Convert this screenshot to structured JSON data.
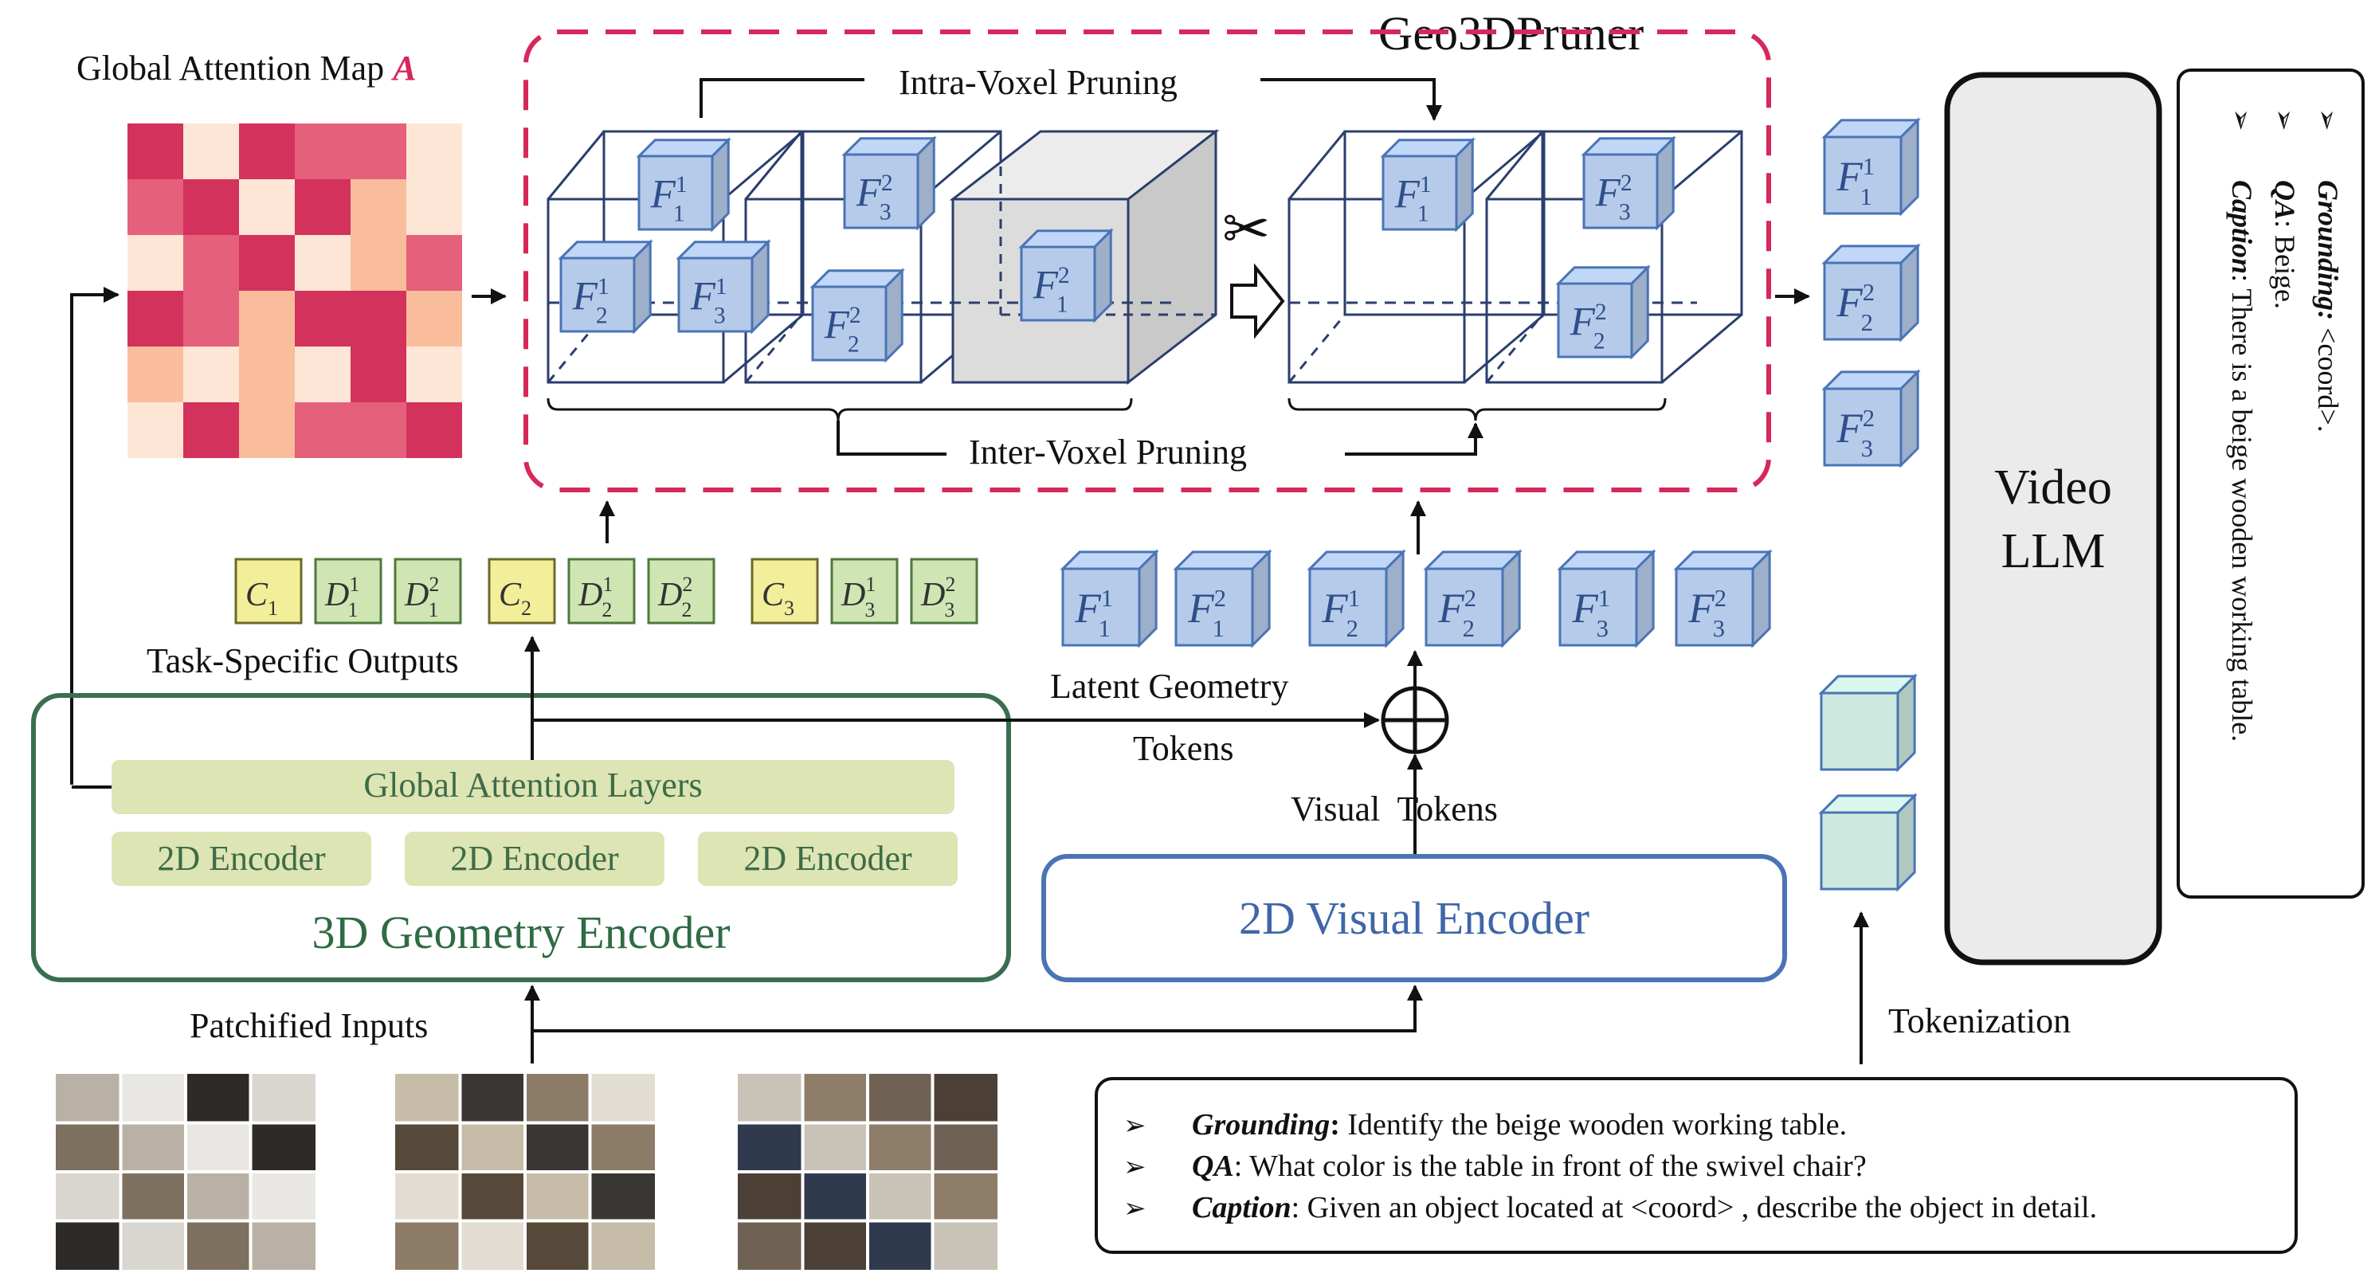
{
  "title": "Geo3DPruner",
  "attention_map": {
    "label": "Global Attention Map ",
    "label_symbol": "A",
    "cells": [
      [
        3,
        0,
        3,
        2,
        2,
        0
      ],
      [
        2,
        3,
        0,
        3,
        1,
        0
      ],
      [
        0,
        2,
        3,
        0,
        1,
        2
      ],
      [
        3,
        2,
        1,
        3,
        3,
        1
      ],
      [
        1,
        0,
        1,
        0,
        3,
        0
      ],
      [
        0,
        3,
        1,
        2,
        2,
        3
      ]
    ],
    "palette": [
      "#fde6d6",
      "#f9bd9b",
      "#e5607a",
      "#d3325c"
    ]
  },
  "pruning": {
    "intra": "Intra-Voxel Pruning",
    "inter": "Inter-Voxel Pruning"
  },
  "task_tokens": [
    {
      "kind": "C",
      "letter": "C",
      "sub": "1",
      "sup": ""
    },
    {
      "kind": "D",
      "letter": "D",
      "sub": "1",
      "sup": "1"
    },
    {
      "kind": "D",
      "letter": "D",
      "sub": "1",
      "sup": "2"
    },
    {
      "kind": "C",
      "letter": "C",
      "sub": "2",
      "sup": ""
    },
    {
      "kind": "D",
      "letter": "D",
      "sub": "2",
      "sup": "1"
    },
    {
      "kind": "D",
      "letter": "D",
      "sub": "2",
      "sup": "2"
    },
    {
      "kind": "C",
      "letter": "C",
      "sub": "3",
      "sup": ""
    },
    {
      "kind": "D",
      "letter": "D",
      "sub": "3",
      "sup": "1"
    },
    {
      "kind": "D",
      "letter": "D",
      "sub": "3",
      "sup": "2"
    }
  ],
  "task_outputs_label": "Task-Specific Outputs",
  "latent_geometry_label_1": "Latent Geometry",
  "latent_geometry_label_2": "Tokens",
  "visual_tokens_label": "Visual  Tokens",
  "geometry_encoder": {
    "global_attention": "Global Attention Layers",
    "encoder_2d": "2D Encoder",
    "title": "3D Geometry Encoder"
  },
  "visual_encoder_title": "2D Visual Encoder",
  "patchified_inputs": "Patchified Inputs",
  "tokenization": "Tokenization",
  "video_llm": {
    "line1": "Video",
    "line2": "LLM"
  },
  "visual_token_row": [
    {
      "sub": "1",
      "sup": "1"
    },
    {
      "sub": "1",
      "sup": "2"
    },
    {
      "sub": "2",
      "sup": "1"
    },
    {
      "sub": "2",
      "sup": "2"
    },
    {
      "sub": "3",
      "sup": "1"
    },
    {
      "sub": "3",
      "sup": "2"
    }
  ],
  "pruned_tokens": [
    {
      "sub": "1",
      "sup": "1"
    },
    {
      "sub": "2",
      "sup": "2"
    },
    {
      "sub": "3",
      "sup": "2"
    }
  ],
  "prompts": [
    {
      "key": "Grounding",
      "sep": ":",
      "text": " Identify the beige wooden working table."
    },
    {
      "key": "QA",
      "sep": ":",
      "text": " What color is the table in front of the swivel chair?"
    },
    {
      "key": "Caption",
      "sep": ":",
      "text": " Given an object located at <coord> , describe the object in detail."
    }
  ],
  "outputs": [
    {
      "key": "Grounding:",
      "text": " <coord>."
    },
    {
      "key": "QA",
      "text": ": Beige."
    },
    {
      "key": "Caption",
      "text": ": There is a beige wooden working table."
    }
  ],
  "colors": {
    "pink_dash": "#d6285a",
    "green_border": "#3b6e50",
    "green_fill": "#dce5b3",
    "blue_border": "#4a74b6",
    "token_blue": "#b6cbea",
    "teal": "#cde9df",
    "c_fill": "#f3ee9a",
    "d_fill": "#cfe6b4"
  }
}
